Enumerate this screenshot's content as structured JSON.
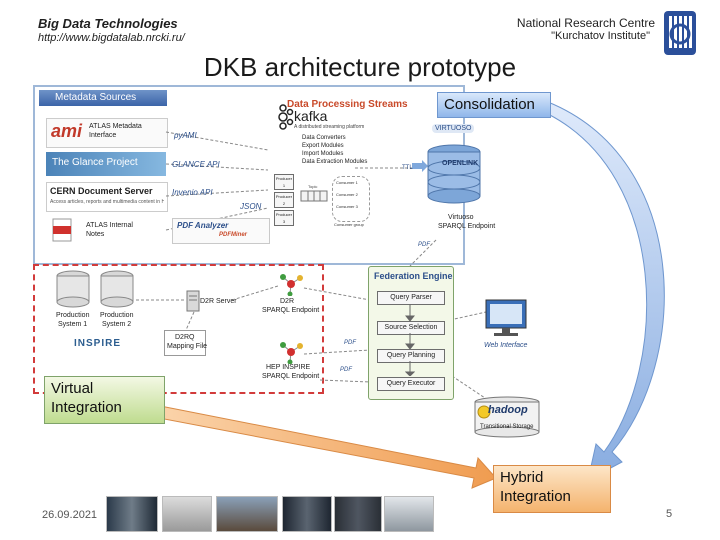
{
  "header": {
    "left_title": "Big Data Technologies",
    "left_url": "http://www.bigdatalab.nrcki.ru/",
    "right_line1": "National Research Centre",
    "right_line2": "\"Kurchatov Institute\""
  },
  "slide": {
    "title": "DKB architecture prototype",
    "date": "26.09.2021",
    "page_number": "5"
  },
  "callouts": {
    "consolidation": "Consolidation",
    "virtual_1": "Virtual",
    "virtual_2": "Integration",
    "hybrid_1": "Hybrid",
    "hybrid_2": "Integration"
  },
  "diagram": {
    "metadata_sources_title": "Metadata Sources",
    "ami_logo": "ami",
    "ami_label_1": "ATLAS Metadata",
    "ami_label_2": "Interface",
    "glance_banner": "The Glance Project",
    "cds_title": "CERN Document Server",
    "cds_sub": "Access articles, reports and multimedia content in HEP",
    "notes_label_1": "ATLAS Internal",
    "notes_label_2": "Notes",
    "streams_title": "Data Processing Streams",
    "kafka": "kafka",
    "kafka_sub": "A distributed streaming platform",
    "modules": [
      "Data Converters",
      "Export Modules",
      "Import Modules",
      "Data Extraction Modules"
    ],
    "api_labels": [
      "pyAMI",
      "GLANCE API",
      "Invenio API",
      "JSON"
    ],
    "producers": [
      "Producer 1",
      "Producer 2",
      "Producer 3"
    ],
    "topic": "Topic",
    "consumers": [
      "Consumer 1",
      "Consumer 2",
      "Consumer 3"
    ],
    "consumer_group": "Consumer group",
    "pdf_analyzer": "PDF Analyzer",
    "pdf_miner": "PDFMiner",
    "ttl_label": "TTL",
    "virtuoso_label": "VIRTUOSO",
    "openlink_label": "OPENLINK",
    "virtuoso_endpoint_1": "Virtuoso",
    "virtuoso_endpoint_2": "SPARQL Endpoint",
    "pdf_labels": [
      "PDF",
      "PDF",
      "PDF"
    ],
    "prod_sys_1_a": "Production",
    "prod_sys_1_b": "System 1",
    "prod_sys_2_a": "Production",
    "prod_sys_2_b": "System 2",
    "inspire": "INSPIRE",
    "d2r_server": "D2R Server",
    "d2r_endpoint_1": "D2R",
    "d2r_endpoint_2": "SPARQL Endpoint",
    "d2rq_1": "D2RQ",
    "d2rq_2": "Mapping File",
    "inspire_endpoint_1": "HEP INSPIRE",
    "inspire_endpoint_2": "SPARQL Endpoint",
    "federation_title": "Federation Engine",
    "fe_boxes": [
      "Query Parser",
      "Source Selection",
      "Query Planning",
      "Query Executor"
    ],
    "web_interface": "Web Interface",
    "hadoop": "hadoop",
    "transitional_storage": "Transitional Storage"
  },
  "colors": {
    "callout_fill_top": "#f3f8e4",
    "callout_fill_bottom": "#bfdc8f",
    "callout_border": "#7fa36a",
    "consolidation_fill_top": "#d9e8fb",
    "consolidation_fill_bottom": "#8fb6ea",
    "hybrid_fill_top": "#fde6c8",
    "hybrid_fill_bottom": "#f4b36d",
    "dashed_red": "#d23b3b",
    "arrow_blue": "#8fb2e3",
    "arrow_orange": "#f0a15a"
  }
}
